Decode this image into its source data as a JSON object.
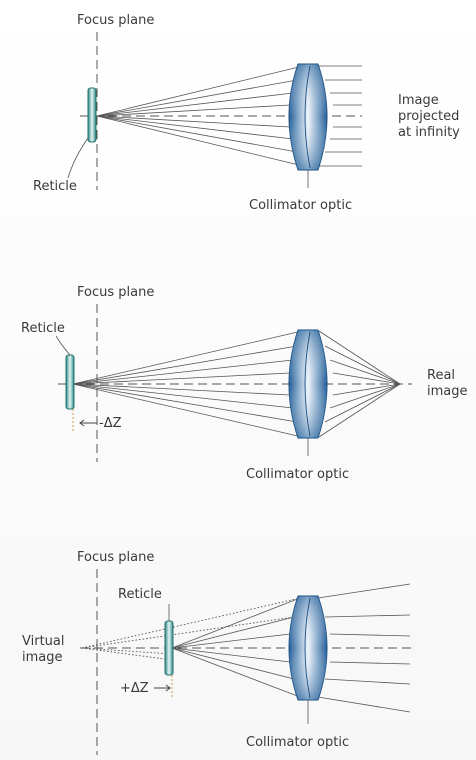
{
  "panels": [
    {
      "focus_plane_label": "Focus plane",
      "reticle_label": "Reticle",
      "optic_label": "Collimator optic",
      "image_label_lines": [
        "Image",
        "projected",
        "at infinity"
      ],
      "offset_label": ""
    },
    {
      "focus_plane_label": "Focus plane",
      "reticle_label": "Reticle",
      "optic_label": "Collimator optic",
      "image_label_lines": [
        "Real",
        "image"
      ],
      "offset_label": "-ΔZ"
    },
    {
      "focus_plane_label": "Focus plane",
      "reticle_label": "Reticle",
      "optic_label": "Collimator optic",
      "image_label_lines": [
        "Virtual",
        "image"
      ],
      "offset_label": "+ΔZ"
    }
  ],
  "colors": {
    "lens_edge": "#1f5d97",
    "lens_center": "#eef4fb",
    "reticle_edge": "#2b8a87",
    "reticle_center": "#e6f5f3"
  }
}
